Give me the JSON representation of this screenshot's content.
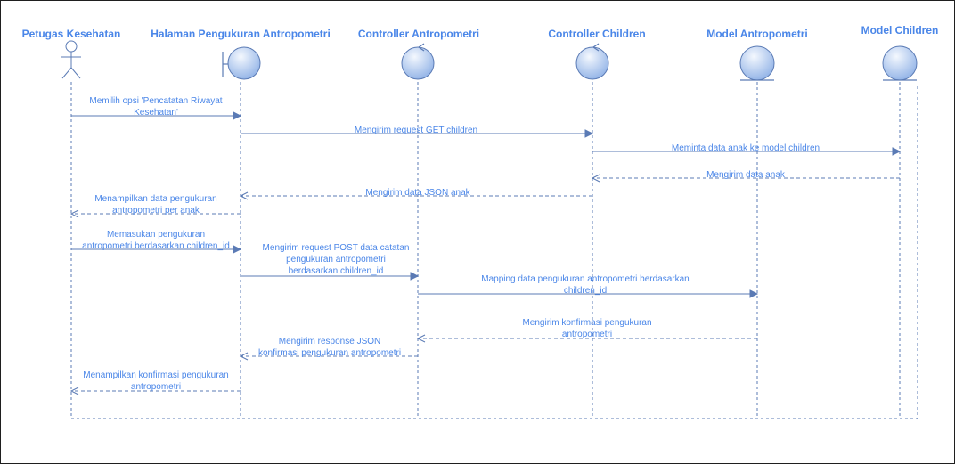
{
  "colors": {
    "accent": "#4a86e8",
    "line": "#5b7bb5",
    "frame": "#1f1f1f",
    "fill_light": "#eef3fc",
    "fill_dark": "#8fb1e6"
  },
  "participants": [
    {
      "id": "petugas",
      "label": "Petugas Kesehatan",
      "kind": "actor"
    },
    {
      "id": "halaman",
      "label": "Halaman Pengukuran Antropometri",
      "kind": "boundary"
    },
    {
      "id": "ctrl_antro",
      "label": "Controller Antropometri",
      "kind": "control"
    },
    {
      "id": "ctrl_children",
      "label": "Controller Children",
      "kind": "control"
    },
    {
      "id": "model_antro",
      "label": "Model Antropometri",
      "kind": "entity"
    },
    {
      "id": "model_children",
      "label": "Model Children",
      "kind": "entity"
    }
  ],
  "messages": [
    {
      "from": "petugas",
      "to": "halaman",
      "type": "sync",
      "lines": [
        "Memilih opsi 'Pencatatan Riwayat",
        "Kesehatan'"
      ]
    },
    {
      "from": "halaman",
      "to": "ctrl_children",
      "type": "sync",
      "lines": [
        "Mengirim request GET children"
      ]
    },
    {
      "from": "ctrl_children",
      "to": "model_children",
      "type": "sync",
      "lines": [
        "Meminta data anak ke model children"
      ]
    },
    {
      "from": "model_children",
      "to": "ctrl_children",
      "type": "return",
      "lines": [
        "Mengirim data anak"
      ]
    },
    {
      "from": "ctrl_children",
      "to": "halaman",
      "type": "return",
      "lines": [
        "Mengirim data JSON anak"
      ]
    },
    {
      "from": "halaman",
      "to": "petugas",
      "type": "return",
      "lines": [
        "Menampilkan data pengukuran",
        "antropometri per anak"
      ]
    },
    {
      "from": "petugas",
      "to": "halaman",
      "type": "sync",
      "lines": [
        "Memasukan pengukuran",
        "antropometri berdasarkan children_id"
      ]
    },
    {
      "from": "halaman",
      "to": "ctrl_antro",
      "type": "sync",
      "lines": [
        "Mengirim request POST data catatan",
        "pengukuran antropometri",
        "berdasarkan children_id"
      ]
    },
    {
      "from": "ctrl_antro",
      "to": "model_antro",
      "type": "sync",
      "lines": [
        "Mapping data pengukuran antropometri berdasarkan",
        "children_id"
      ]
    },
    {
      "from": "model_antro",
      "to": "ctrl_antro",
      "type": "return",
      "lines": [
        "Mengirim konfirmasi pengukuran",
        "antropometri"
      ]
    },
    {
      "from": "ctrl_antro",
      "to": "halaman",
      "type": "return",
      "lines": [
        "Mengirim response JSON",
        "konfirmasi pengukuran antropometri"
      ]
    },
    {
      "from": "halaman",
      "to": "petugas",
      "type": "return",
      "lines": [
        "Menampilkan konfirmasi pengukuran",
        "antropometri"
      ]
    }
  ]
}
